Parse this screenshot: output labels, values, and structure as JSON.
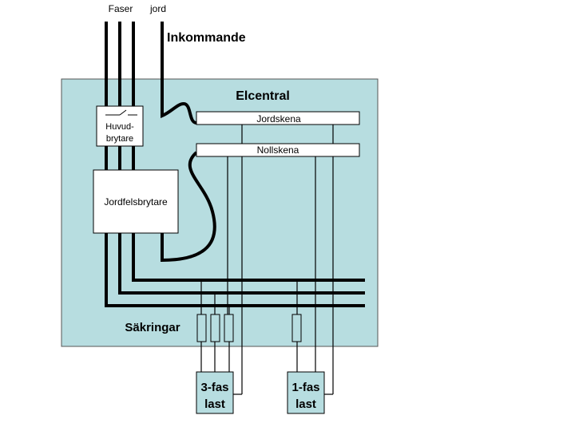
{
  "top_labels": {
    "phases": "Faser",
    "earth": "jord"
  },
  "incoming_label": "Inkommande",
  "panel_label": "Elcentral",
  "main_switch_label": [
    "Huvud-",
    "brytare"
  ],
  "rcd_label": "Jordfelsbrytare",
  "earth_bar_label": "Jordskena",
  "neutral_bar_label": "Nollskena",
  "fuses_label": "Säkringar",
  "load_3phase_label": [
    "3-fas",
    "last"
  ],
  "load_1phase_label": [
    "1-fas",
    "last"
  ],
  "colors": {
    "panel_fill": "#b7dde0",
    "panel_border": "#555555",
    "wire": "#000000",
    "box_fill": "#ffffff"
  }
}
